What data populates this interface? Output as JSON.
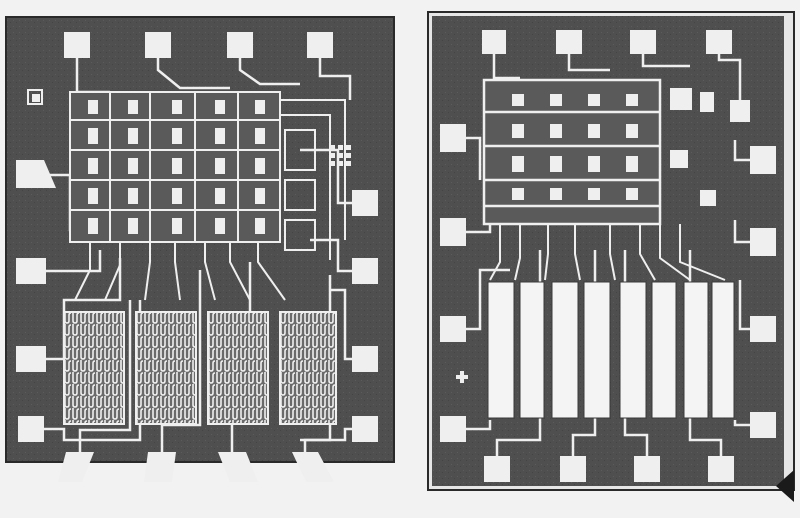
{
  "figure": {
    "panels": [
      {
        "id": "left",
        "description_kind": "integrated-circuit-die-photomicrograph"
      },
      {
        "id": "right",
        "description_kind": "integrated-circuit-die-photomicrograph"
      }
    ],
    "colors": {
      "paper": "#f2f2f2",
      "die_dark": "#4d4d4d",
      "die_mid": "#6a6a6a",
      "metal": "#efefef",
      "edge": "#2a2a2a"
    },
    "icons": [
      "alignment-mark-icon",
      "cross-mark-icon"
    ]
  }
}
